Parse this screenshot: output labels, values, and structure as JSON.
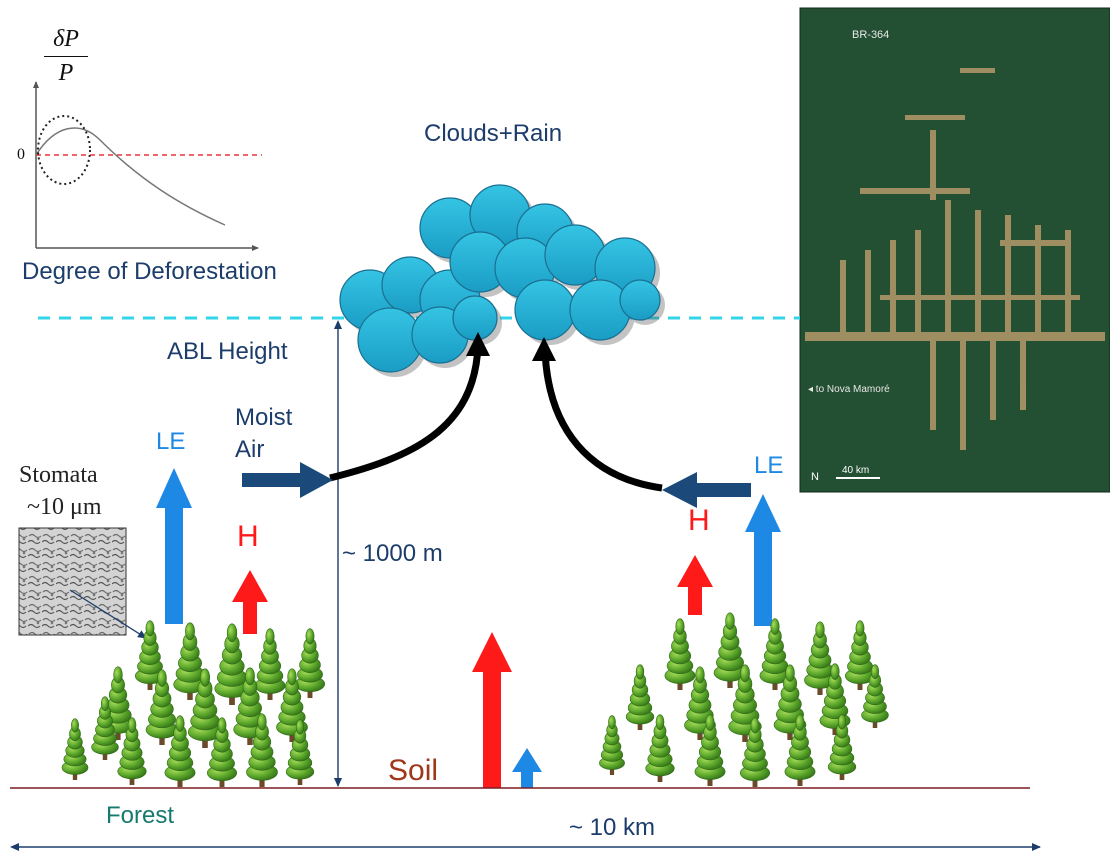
{
  "inset_plot": {
    "y_label_numerator": "δP",
    "y_label_denominator": "P",
    "zero_label": "0",
    "x_label": "Degree of Deforestation"
  },
  "labels": {
    "clouds_rain": "Clouds+Rain",
    "abl_height": "ABL Height",
    "moist_air_line1": "Moist",
    "moist_air_line2": "Air",
    "le_left": "LE",
    "le_right": "LE",
    "h_left": "H",
    "h_right": "H",
    "stomata_line1": "Stomata",
    "stomata_line2": "~10 μm",
    "height": "~ 1000 m",
    "soil": "Soil",
    "forest": "Forest",
    "width": "~ 10 km"
  },
  "satellite": {
    "road_label": "BR-364",
    "town_label": "◂ to Nova Mamoré",
    "scale_label": "40 km",
    "north_label": "N"
  },
  "colors": {
    "le_arrow": "#1e88e5",
    "h_arrow": "#ff1a1a",
    "moist_arrow": "#1b4a7a",
    "cloud_fill": "#2ab7da",
    "abl_dash": "#33d6e8",
    "soil_text": "#a0361a",
    "forest_text": "#167a6e",
    "label_navy": "#1c3d6b",
    "ground_line": "#7a1d22"
  }
}
